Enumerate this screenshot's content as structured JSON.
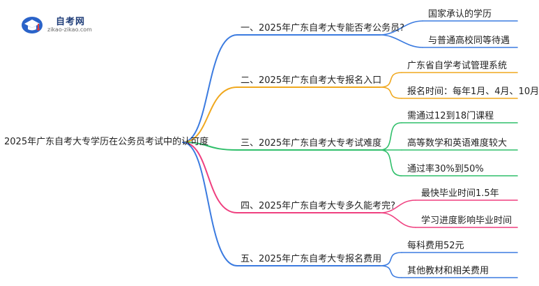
{
  "logo": {
    "title": "自考网",
    "url": "zikao-zikao.com",
    "colors": {
      "mark_blue": "#2a63c9",
      "mark_red": "#e23b3b"
    }
  },
  "root": {
    "label": "2025年广东自考大专学历在公务员考试中的认可度"
  },
  "branches": [
    {
      "label": "一、2025年广东自考大专能否考公务员?",
      "color": "#3b7be0",
      "children": [
        "国家承认的学历",
        "与普通高校同等待遇"
      ]
    },
    {
      "label": "二、2025年广东自考大专报名入口",
      "color": "#f0a81e",
      "children": [
        "广东省自学考试管理系统",
        "报名时间：每年1月、4月、10月"
      ]
    },
    {
      "label": "三、2025年广东自考大专考试难度",
      "color": "#2fbf6a",
      "children": [
        "需通过12到18门课程",
        "高等数学和英语难度较大",
        "通过率30%到50%"
      ]
    },
    {
      "label": "四、2025年广东自考大专多久能考完?",
      "color": "#ef3f7f",
      "children": [
        "最快毕业时间1.5年",
        "学习进度影响毕业时间"
      ]
    },
    {
      "label": "五、2025年广东自考大专报名费用",
      "color": "#3b7be0",
      "children": [
        "每科费用52元",
        "其他教材和相关费用"
      ]
    }
  ]
}
